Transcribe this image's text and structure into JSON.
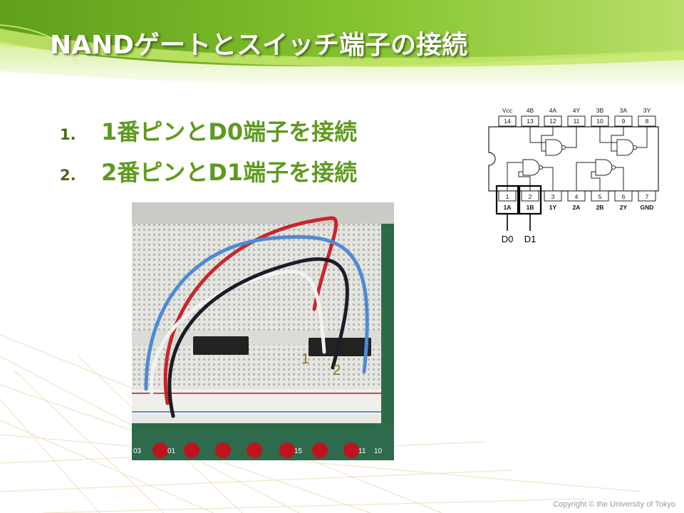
{
  "slide": {
    "title": "NANDゲートとスイッチ端子の接続",
    "steps": [
      {
        "num": "1.",
        "text": "1番ピンとD0端子を接続"
      },
      {
        "num": "2.",
        "text": "2番ピンとD1端子を接続"
      }
    ],
    "copyright": "Copyright © the University of Tokyo"
  },
  "photo": {
    "pin_labels": [
      "1",
      "2"
    ],
    "led_numbers": [
      "03",
      "01",
      "15",
      "11",
      "10"
    ]
  },
  "pinout": {
    "top_labels": [
      "Vcc",
      "4B",
      "4A",
      "4Y",
      "3B",
      "3A",
      "3Y"
    ],
    "top_pins": [
      "14",
      "13",
      "12",
      "11",
      "10",
      "9",
      "8"
    ],
    "bottom_pins": [
      "1",
      "2",
      "3",
      "4",
      "5",
      "6",
      "7"
    ],
    "bottom_labels": [
      "1A",
      "1B",
      "1Y",
      "2A",
      "2B",
      "2Y",
      "GND"
    ],
    "connections": [
      "D0",
      "D1"
    ]
  },
  "colors": {
    "header_green": "#7dbb2a",
    "step_text": "#5e9a1e",
    "step_num": "#4a6a1a",
    "pin_label": "#8a7a10"
  }
}
